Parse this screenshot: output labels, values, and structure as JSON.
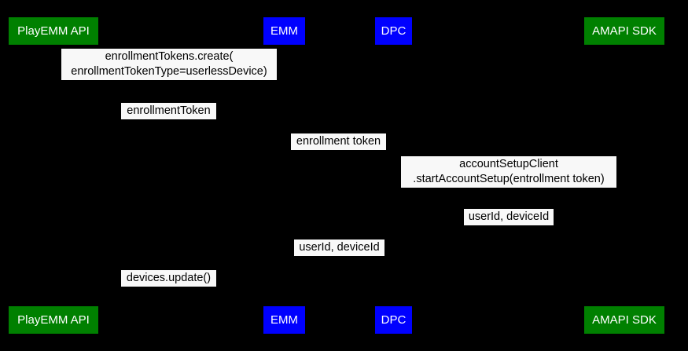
{
  "diagram": {
    "type": "sequence-diagram",
    "background_color": "#000000",
    "label_background_color": "#f8f8f8",
    "label_text_color": "#000000",
    "participant_text_color": "#ffffff",
    "colors": {
      "green": "#008000",
      "blue": "#0000ff"
    }
  },
  "participants_top": [
    {
      "name": "PlayEMM API",
      "color": "#008000"
    },
    {
      "name": "EMM",
      "color": "#0000ff"
    },
    {
      "name": "DPC",
      "color": "#0000ff"
    },
    {
      "name": "AMAPI SDK",
      "color": "#008000"
    }
  ],
  "participants_bottom": [
    {
      "name": "PlayEMM API",
      "color": "#008000"
    },
    {
      "name": "EMM",
      "color": "#0000ff"
    },
    {
      "name": "DPC",
      "color": "#0000ff"
    },
    {
      "name": "AMAPI SDK",
      "color": "#008000"
    }
  ],
  "messages": [
    {
      "id": "m1",
      "line1": "enrollmentTokens.create(",
      "line2": "enrollmentTokenType=userlessDevice)",
      "from": "EMM",
      "to": "PlayEMM API"
    },
    {
      "id": "m2",
      "line1": "enrollmentToken",
      "from": "PlayEMM API",
      "to": "EMM"
    },
    {
      "id": "m3",
      "line1": "enrollment token",
      "from": "EMM",
      "to": "DPC"
    },
    {
      "id": "m4",
      "line1": "accountSetupClient",
      "line2": ".startAccountSetup(entrollment token)",
      "from": "DPC",
      "to": "AMAPI SDK"
    },
    {
      "id": "m5",
      "line1": "userId, deviceId",
      "from": "AMAPI SDK",
      "to": "DPC"
    },
    {
      "id": "m6",
      "line1": "userId, deviceId",
      "from": "DPC",
      "to": "EMM"
    },
    {
      "id": "m7",
      "line1": "devices.update()",
      "from": "EMM",
      "to": "PlayEMM API"
    }
  ]
}
